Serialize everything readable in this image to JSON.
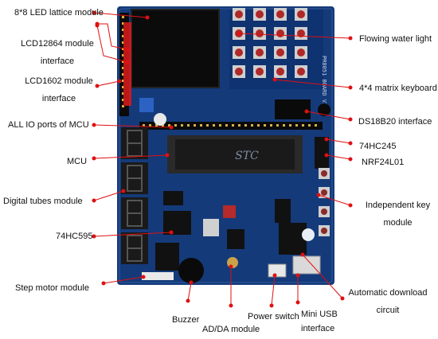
{
  "board": {
    "chip_marking": "STC",
    "board_text": "PR8051 BOARD V2"
  },
  "labels": {
    "led_lattice": "8*8 LED lattice module",
    "lcd12864": "LCD12864 module interface",
    "lcd1602": "LCD1602 module interface",
    "io_ports": "ALL IO ports of MCU",
    "mcu": "MCU",
    "digital_tubes": "Digital tubes module",
    "hc595": "74HC595",
    "step_motor": "Step motor module",
    "buzzer": "Buzzer",
    "adda": "AD/DA module",
    "power_switch": "Power switch",
    "mini_usb": "Mini USB interface",
    "auto_download": "Automatic download circuit",
    "flowing_water": "Flowing water light",
    "matrix_keyboard": "4*4 matrix keyboard",
    "ds18b20": "DS18B20 interface",
    "hc245": "74HC245",
    "nrf24l01": "NRF24L01",
    "independent_key": "Independent key module"
  },
  "colors": {
    "pcb": "#143a7a",
    "pcb_dark": "#0d2a5c",
    "connector": "#dd1a1a",
    "chip": "#1a1a1a",
    "dot": "#e01010",
    "line": "#e01010"
  }
}
